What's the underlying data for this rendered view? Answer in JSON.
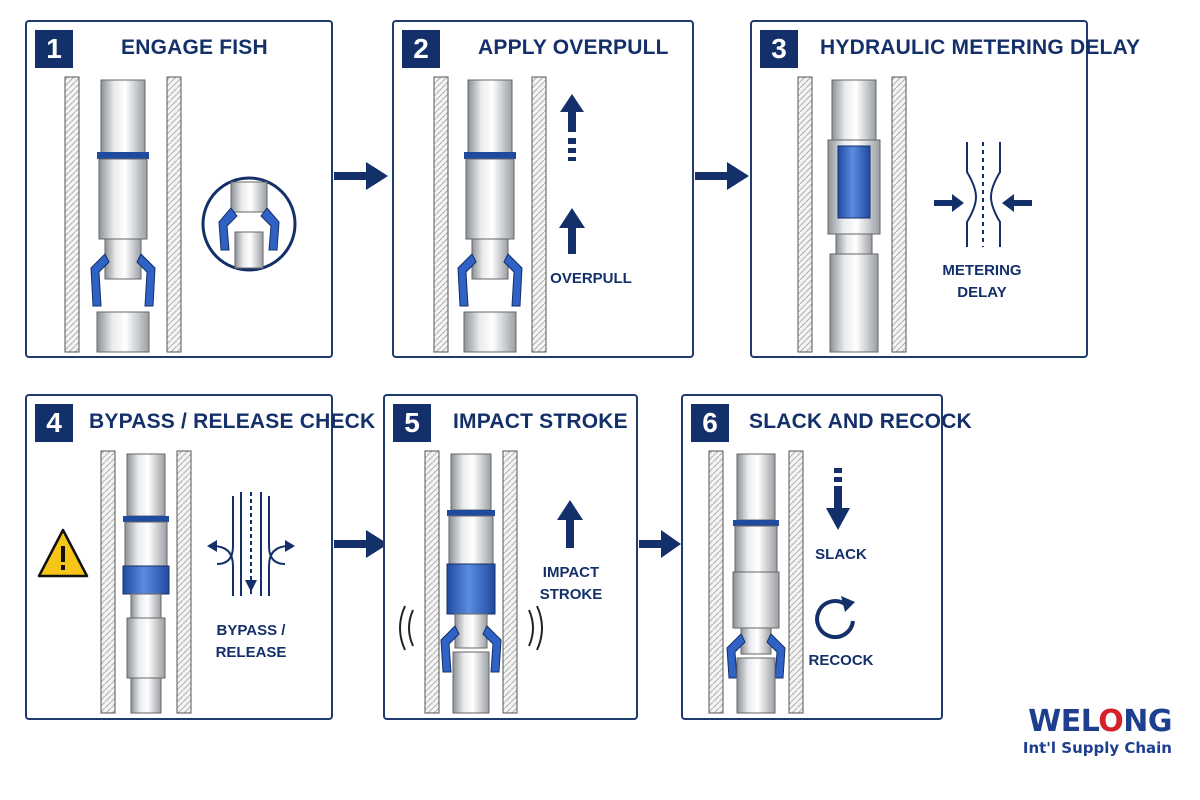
{
  "steps": [
    {
      "number": "1",
      "title": "ENGAGE FISH",
      "caption": ""
    },
    {
      "number": "2",
      "title": "APPLY OVERPULL",
      "caption": "OVERPULL"
    },
    {
      "number": "3",
      "title": "HYDRAULIC METERING DELAY",
      "caption_line1": "METERING",
      "caption_line2": "DELAY"
    },
    {
      "number": "4",
      "title": "BYPASS / RELEASE CHECK",
      "caption_line1": "BYPASS /",
      "caption_line2": "RELEASE"
    },
    {
      "number": "5",
      "title": "IMPACT STROKE",
      "caption_line1": "IMPACT",
      "caption_line2": "STROKE"
    },
    {
      "number": "6",
      "title": "SLACK AND RECOCK",
      "caption_slack": "SLACK",
      "caption_recock": "RECOCK"
    }
  ],
  "logo": {
    "brand_part1": "WEL",
    "brand_o": "O",
    "brand_part2": "NG",
    "tagline": "Int'l Supply Chain"
  },
  "colors": {
    "navy": "#14306a",
    "blue": "#2f62c4",
    "steel": "#c9ccd0",
    "warning": "#f5c518"
  },
  "icons": [
    "warning-icon",
    "recock-circular-arrow-icon",
    "up-arrow-icon",
    "down-arrow-icon",
    "flow-arrow-icon"
  ]
}
